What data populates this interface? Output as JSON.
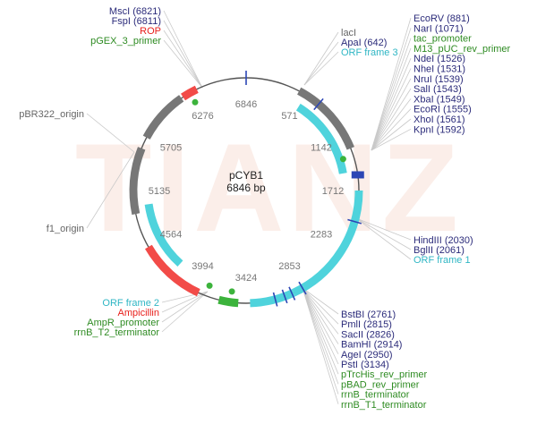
{
  "plasmid": {
    "name": "pCYB1",
    "size": "6846 bp"
  },
  "watermark": "TIANZ",
  "colors": {
    "site": "#2b2b7a",
    "primer": "#2e8b22",
    "orf": "#2fb6c4",
    "rop": "#e8201c",
    "dark": "#666666",
    "orf_fill": "#4fd3dc",
    "red_fill": "#f24b48",
    "green_fill": "#3cb33c",
    "grey_fill": "#777777",
    "blue_fill": "#2c46b5",
    "leader": "#c9c9c9",
    "backbone": "#555555"
  },
  "ticks": [
    "6846",
    "571",
    "1142",
    "1712",
    "2283",
    "2853",
    "3424",
    "3994",
    "4564",
    "5135",
    "5705",
    "6276"
  ],
  "labels_top_left": [
    {
      "text": "MscI (6821)",
      "kind": "site"
    },
    {
      "text": "FspI (6811)",
      "kind": "site"
    },
    {
      "text": "ROP",
      "kind": "rop"
    },
    {
      "text": "pGEX_3_primer",
      "kind": "primer"
    }
  ],
  "labels_top_mid": [
    {
      "text": "lacI",
      "kind": "dark"
    },
    {
      "text": "ApaI (642)",
      "kind": "site"
    },
    {
      "text": "ORF frame 3",
      "kind": "orf"
    }
  ],
  "labels_top_right": [
    {
      "text": "EcoRV (881)",
      "kind": "site"
    },
    {
      "text": "NarI (1071)",
      "kind": "site"
    },
    {
      "text": "tac_promoter",
      "kind": "primer"
    },
    {
      "text": "M13_pUC_rev_primer",
      "kind": "primer"
    },
    {
      "text": "NdeI (1526)",
      "kind": "site"
    },
    {
      "text": "NheI (1531)",
      "kind": "site"
    },
    {
      "text": "NruI (1539)",
      "kind": "site"
    },
    {
      "text": "SalI (1543)",
      "kind": "site"
    },
    {
      "text": "XbaI (1549)",
      "kind": "site"
    },
    {
      "text": "EcoRI (1555)",
      "kind": "site"
    },
    {
      "text": "XhoI (1561)",
      "kind": "site"
    },
    {
      "text": "KpnI (1592)",
      "kind": "site"
    }
  ],
  "labels_right_mid": [
    {
      "text": "HindIII (2030)",
      "kind": "site"
    },
    {
      "text": "BglII (2061)",
      "kind": "site"
    },
    {
      "text": "ORF frame 1",
      "kind": "orf"
    }
  ],
  "labels_bottom_right": [
    {
      "text": "BstBI (2761)",
      "kind": "site"
    },
    {
      "text": "PmlI (2815)",
      "kind": "site"
    },
    {
      "text": "SacII (2826)",
      "kind": "site"
    },
    {
      "text": "BamHI (2914)",
      "kind": "site"
    },
    {
      "text": "AgeI (2950)",
      "kind": "site"
    },
    {
      "text": "PstI (3134)",
      "kind": "site"
    },
    {
      "text": "pTrcHis_rev_primer",
      "kind": "primer"
    },
    {
      "text": "pBAD_rev_primer",
      "kind": "primer"
    },
    {
      "text": "rrnB_terminator",
      "kind": "primer"
    },
    {
      "text": "rrnB_T1_terminator",
      "kind": "primer"
    }
  ],
  "labels_bottom_left": [
    {
      "text": "ORF frame 2",
      "kind": "orf"
    },
    {
      "text": "Ampicillin",
      "kind": "rop"
    },
    {
      "text": "AmpR_promoter",
      "kind": "primer"
    },
    {
      "text": "rrnB_T2_terminator",
      "kind": "primer"
    }
  ],
  "labels_left": [
    {
      "text": "pBR322_origin",
      "kind": "dark"
    },
    {
      "text": "f1_origin",
      "kind": "dark"
    }
  ]
}
